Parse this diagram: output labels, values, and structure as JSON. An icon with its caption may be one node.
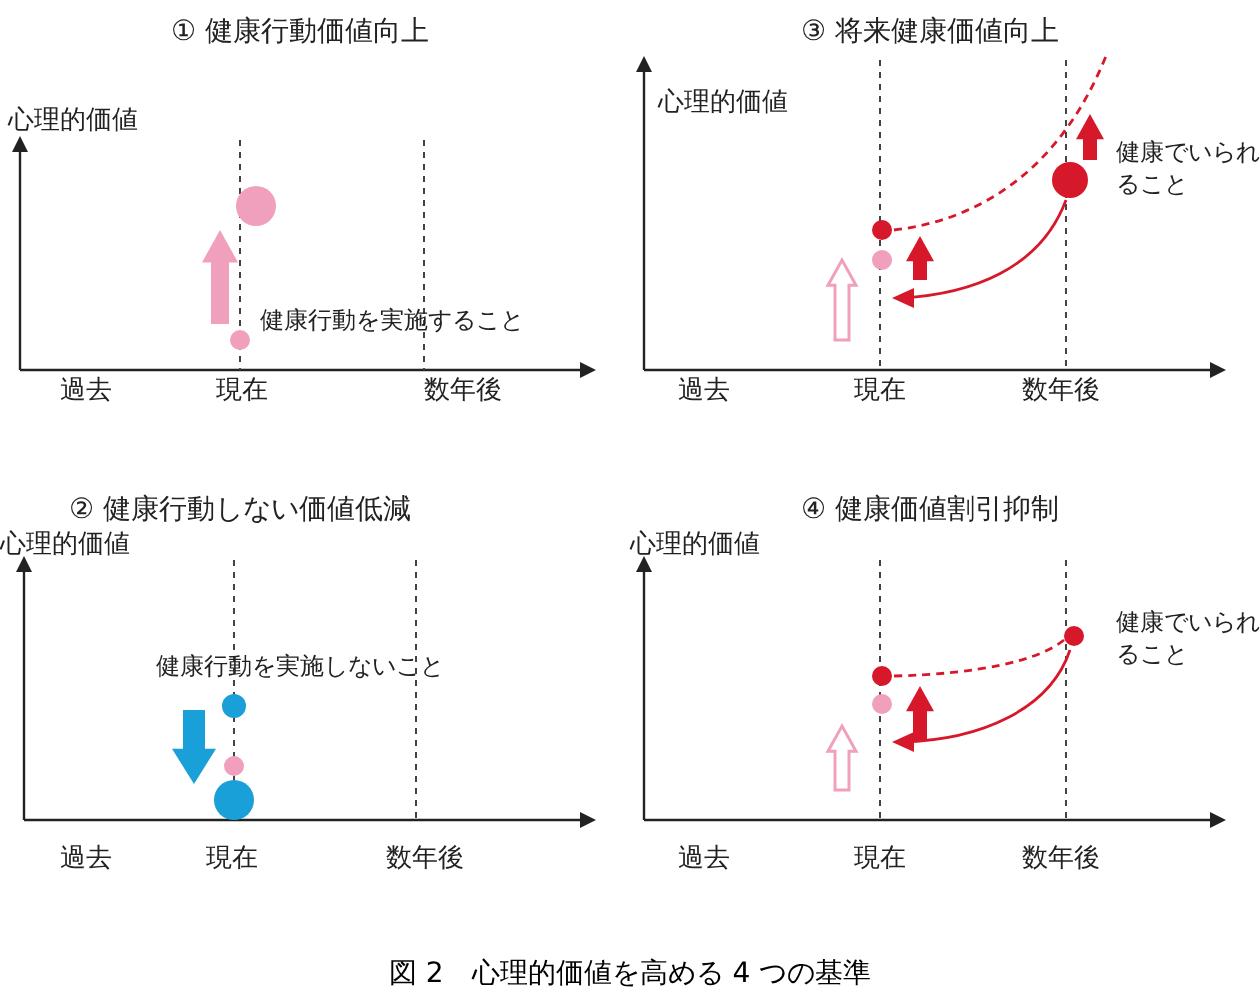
{
  "diagram": {
    "caption": "図 2　心理的価値を高める 4 つの基準",
    "labels": [
      "① 健康行動価値向上",
      "心理的価値",
      "健康行動を実施すること",
      "過去",
      "現在",
      "数年後",
      "③ 将来健康価値向上",
      "心理的価値",
      "健康でいられること",
      "過去",
      "現在",
      "数年後",
      "② 健康行動しない価値低減",
      "心理的価値",
      "健康行動を実施しないこと",
      "過去",
      "現在",
      "数年後",
      "④ 健康価値割引抑制",
      "心理的価値",
      "健康でいられること",
      "過去",
      "現在",
      "数年後"
    ]
  }
}
